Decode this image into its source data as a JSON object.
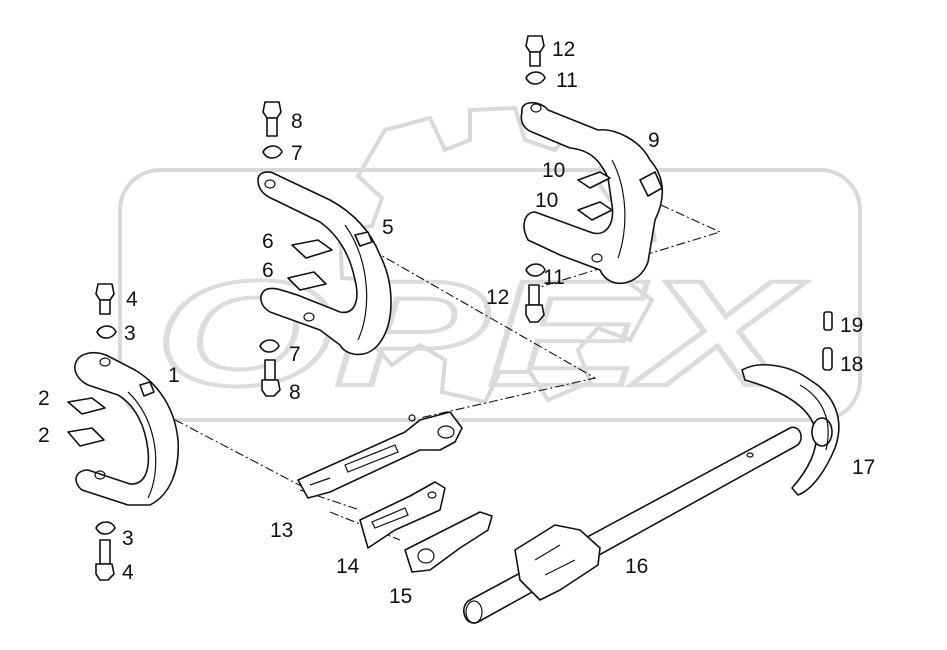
{
  "corner_mark": "",
  "watermark": {
    "text": "OPEX"
  },
  "callouts": [
    {
      "id": "c12a",
      "text": "12"
    },
    {
      "id": "c11a",
      "text": "11"
    },
    {
      "id": "c9",
      "text": "9"
    },
    {
      "id": "c10a",
      "text": "10"
    },
    {
      "id": "c10b",
      "text": "10"
    },
    {
      "id": "c11b",
      "text": "11"
    },
    {
      "id": "c12b",
      "text": "12"
    },
    {
      "id": "c8a",
      "text": "8"
    },
    {
      "id": "c7a",
      "text": "7"
    },
    {
      "id": "c5",
      "text": "5"
    },
    {
      "id": "c6a",
      "text": "6"
    },
    {
      "id": "c6b",
      "text": "6"
    },
    {
      "id": "c7b",
      "text": "7"
    },
    {
      "id": "c8b",
      "text": "8"
    },
    {
      "id": "c4a",
      "text": "4"
    },
    {
      "id": "c3a",
      "text": "3"
    },
    {
      "id": "c1",
      "text": "1"
    },
    {
      "id": "c2a",
      "text": "2"
    },
    {
      "id": "c2b",
      "text": "2"
    },
    {
      "id": "c3b",
      "text": "3"
    },
    {
      "id": "c4b",
      "text": "4"
    },
    {
      "id": "c13",
      "text": "13"
    },
    {
      "id": "c14",
      "text": "14"
    },
    {
      "id": "c15",
      "text": "15"
    },
    {
      "id": "c16",
      "text": "16"
    },
    {
      "id": "c17",
      "text": "17"
    },
    {
      "id": "c18",
      "text": "18"
    },
    {
      "id": "c19",
      "text": "19"
    }
  ]
}
